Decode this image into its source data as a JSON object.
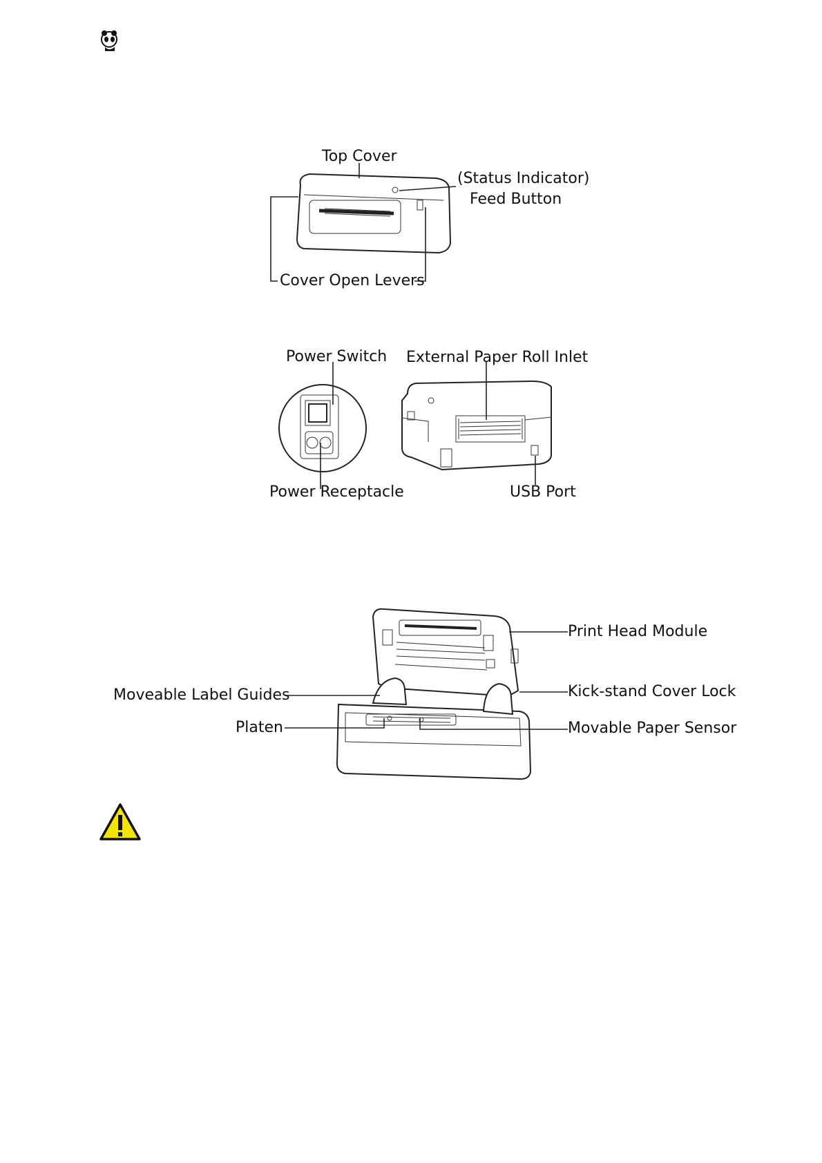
{
  "header": {
    "logo_icon": "panda-logo-icon"
  },
  "diagram_front": {
    "top_cover": "Top Cover",
    "status_indicator": "(Status Indicator)",
    "feed_button": "Feed Button",
    "cover_open_levers": "Cover Open Levers"
  },
  "diagram_rear": {
    "power_switch": "Power Switch",
    "external_paper_roll_inlet": "External Paper Roll Inlet",
    "power_receptacle": "Power Receptacle",
    "usb_port": "USB Port"
  },
  "diagram_open": {
    "print_head_module": "Print Head Module",
    "moveable_label_guides": "Moveable Label Guides",
    "kick_stand_cover_lock": "Kick-stand Cover Lock",
    "platen": "Platen",
    "movable_paper_sensor": "Movable Paper Sensor"
  },
  "warning": {
    "icon": "warning-triangle-icon",
    "color": "#f2e600"
  }
}
